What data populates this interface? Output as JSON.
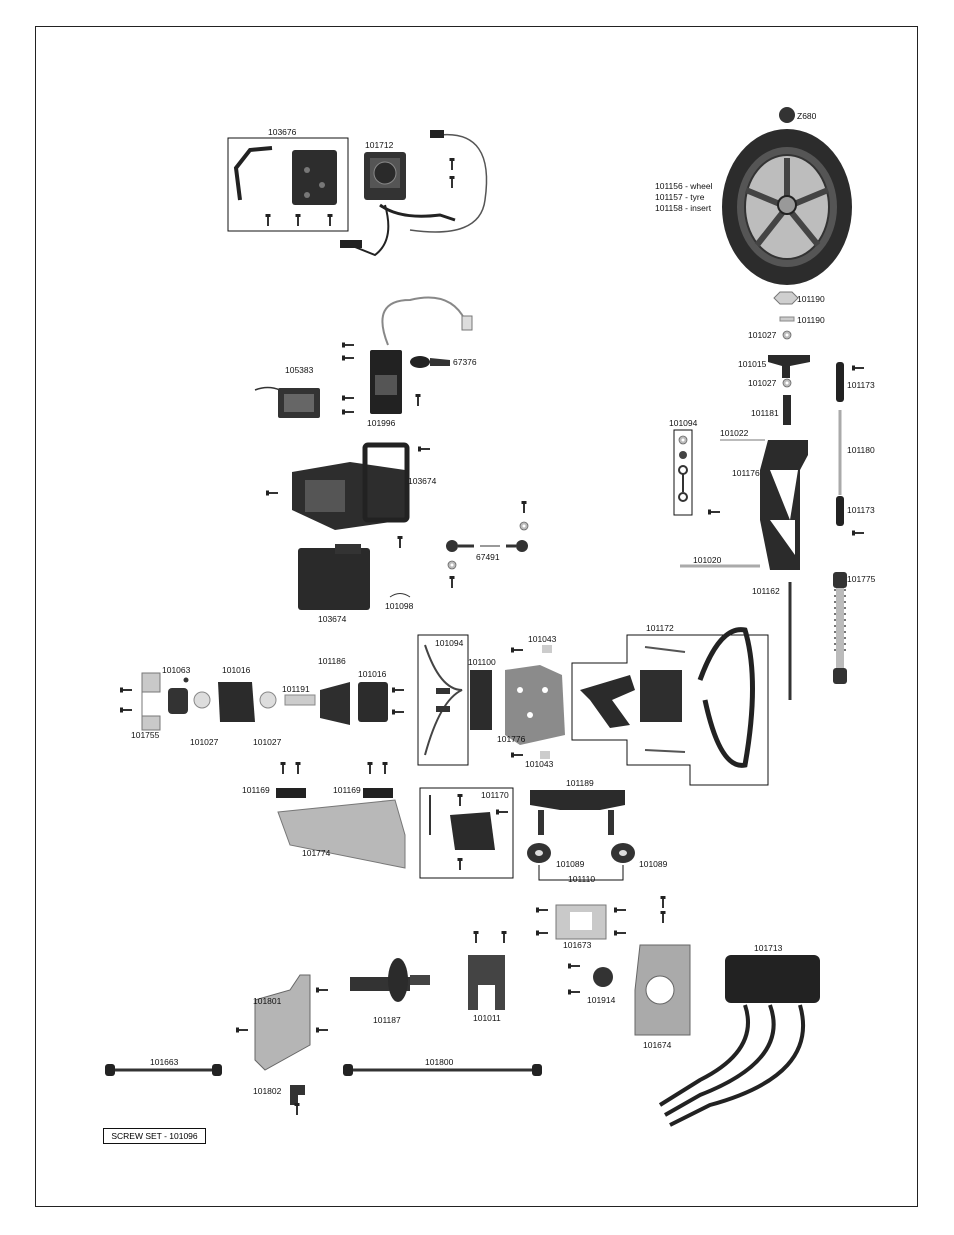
{
  "labels": {
    "l103676": "103676",
    "l101712": "101712",
    "lZ680": "Z680",
    "lWheel": "101156 - wheel",
    "lTyre": "101157 - tyre",
    "lInsert": "101158 - insert",
    "l101190a": "101190",
    "l101190b": "101190",
    "l101027a": "101027",
    "l101015": "101015",
    "l101027b": "101027",
    "l101173a": "101173",
    "l101181": "101181",
    "l101094a": "101094",
    "l101022": "101022",
    "l101176": "101176",
    "l101180": "101180",
    "l101173b": "101173",
    "l101020": "101020",
    "l101775": "101775",
    "l101162": "101162",
    "l67376": "67376",
    "l105383": "105383",
    "l101996": "101996",
    "l103674a": "103674",
    "l67491": "67491",
    "l101098": "101098",
    "l103674b": "103674",
    "l101172": "101172",
    "l101043a": "101043",
    "l101094b": "101094",
    "l101100": "101100",
    "l101776": "101776",
    "l101043b": "101043",
    "l101063": "101063",
    "l101016a": "101016",
    "l101186": "101186",
    "l101016b": "101016",
    "l101191": "101191",
    "l101755": "101755",
    "l101027c": "101027",
    "l101027d": "101027",
    "l101169a": "101169",
    "l101169b": "101169",
    "l101774": "101774",
    "l101170": "101170",
    "l101189": "101189",
    "l101089a": "101089",
    "l101089b": "101089",
    "l101110": "101110",
    "l101673": "101673",
    "l101713": "101713",
    "l101914": "101914",
    "l101674": "101674",
    "l101801": "101801",
    "l101187": "101187",
    "l101011": "101011",
    "l101663": "101663",
    "l101800": "101800",
    "l101802": "101802"
  },
  "screw_set": "SCREW SET - 101096",
  "colors": {
    "part_dark": "#2a2a2a",
    "part_grey": "#a9a9a9",
    "part_light": "#d6d6d6",
    "line": "#111111"
  }
}
